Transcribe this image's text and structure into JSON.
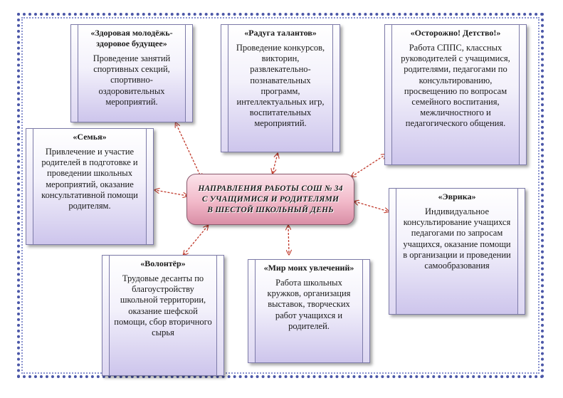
{
  "center": {
    "line1": "Направления работы СОШ № 34",
    "line2": "с учащимися и родителями",
    "line3": "в шестой школьный день"
  },
  "boxes": {
    "zdorovaya": {
      "title": "«Здоровая молодёжь-здоровое будущее»",
      "text": "Проведение занятий спортивных секций, спортивно-оздоровительных мероприятий."
    },
    "raduga": {
      "title": "«Радуга талантов»",
      "text": "Проведение конкурсов, викторин, развлекательно-познавательных программ, интеллектуальных игр, воспитательных мероприятий."
    },
    "ostorozhno": {
      "title": "«Осторожно! Детство!»",
      "text": "Работа СППС, классных руководителей с учащимися, родителями, педагогами по консультированию, просвещению по вопросам семейного воспитания, межличностного и педагогического общения."
    },
    "semya": {
      "title": "«Семья»",
      "text": "Привлечение и участие родителей в подготовке и проведении школьных мероприятий, оказание консультативной помощи родителям."
    },
    "evrika": {
      "title": "«Эврика»",
      "text": "Индивидуальное консультирование учащихся педагогами по запросам учащихся, оказание помощи в организации и проведении самообразования"
    },
    "volonter": {
      "title": "«Волонтёр»",
      "text": "Трудовые десанты по благоустройству школьной территории, оказание шефской помощи, сбор вторичного сырья"
    },
    "mir": {
      "title": "«Мир моих увлечений»",
      "text": "Работа школьных кружков, организация выставок, творческих работ учащихся и родителей."
    }
  },
  "colors": {
    "frame": "#4b57a8",
    "box_fill": "#cdc5ec",
    "center_fill": "#f2b9c9",
    "arrow": "#c0392b"
  }
}
